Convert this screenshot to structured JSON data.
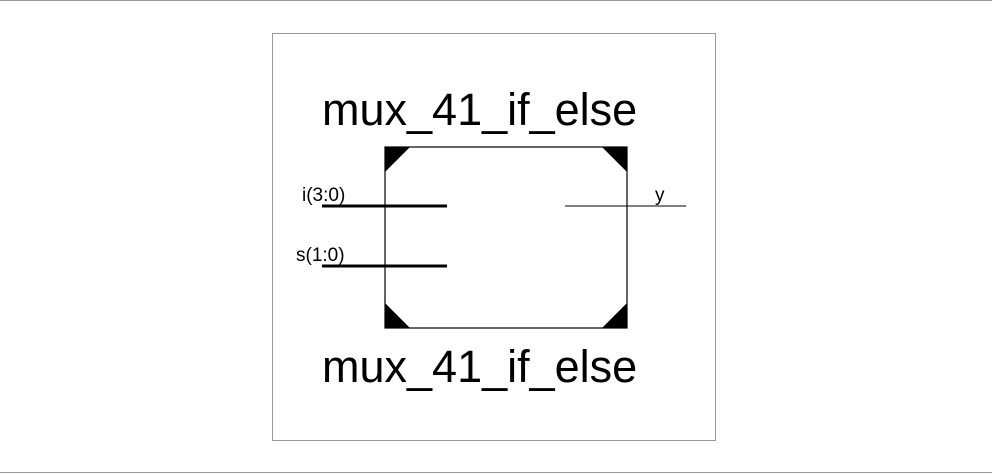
{
  "schematic": {
    "instance_name": "mux_41_if_else",
    "module_name": "mux_41_if_else",
    "inputs": [
      {
        "label": "i(3:0)",
        "bus": true
      },
      {
        "label": "s(1:0)",
        "bus": true
      }
    ],
    "outputs": [
      {
        "label": "y",
        "bus": false
      }
    ],
    "colors": {
      "stroke": "#000000",
      "frame": "#9a9a9a",
      "background": "#ffffff"
    }
  }
}
